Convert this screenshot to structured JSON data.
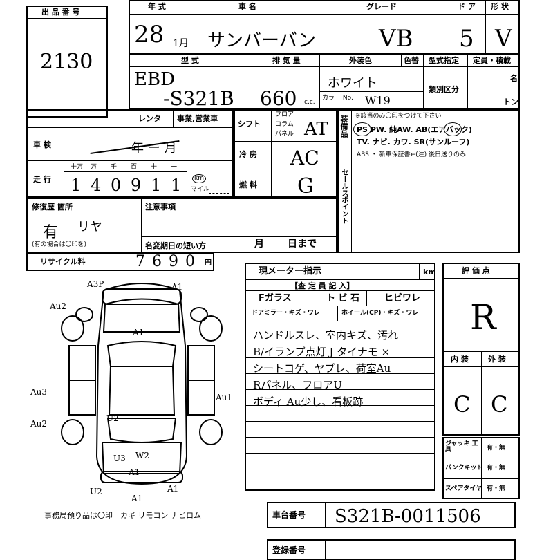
{
  "lot": {
    "label": "出 品 番 号",
    "value": "2130"
  },
  "vehicle": {
    "year_label": "年 式",
    "name_label": "車 名",
    "grade_label": "グレード",
    "door_label": "ド ア",
    "shape_label": "形 状",
    "year": "28",
    "month": "1月",
    "name": "サンバーバン",
    "grade": "VB",
    "doors": "5",
    "shape": "V"
  },
  "model": {
    "label": "型 式",
    "displacement_label": "排 気 量",
    "color_label": "外装色",
    "color_swap_label": "色替",
    "designation_label": "型式指定",
    "class_label": "類別区分",
    "capacity_label": "定員・積載",
    "persons_unit": "名",
    "tons_unit": "トン",
    "prefix": "EBD",
    "code": "-S321B",
    "cc": "660",
    "cc_unit": "c.c.",
    "color": "ホワイト",
    "color_no_label": "カラー No.",
    "color_no": "W19"
  },
  "history": {
    "rent_label": "レンタ",
    "business_label": "事業,営業車",
    "inspection_label": "車 検",
    "inspection_value": "年 ー 月",
    "mileage_label": "走 行",
    "mileage_digits_label": [
      "十万",
      "万",
      "千",
      "百",
      "十",
      "一"
    ],
    "mileage": "140911",
    "km_label": "km",
    "mile_label": "マイル"
  },
  "specs": {
    "shift_label": "シフト",
    "floor": "フロア",
    "column": "コラム",
    "panel": "パネル",
    "shift": "AT",
    "ac_label": "冷 房",
    "ac": "AC",
    "fuel_label": "燃 料",
    "fuel": "G"
  },
  "equipment": {
    "label": "装備品",
    "note": "※該当のみ〇印をつけて下さい",
    "line1": "PS PW. 純AW. AB(エアバック)",
    "line2": "TV. ナビ. カワ. SR(サンルーフ)",
    "line3": "ABS ・ 新車保証書←(注) 後日送りのみ",
    "sales_label": "セールスポイント"
  },
  "repair": {
    "label": "修復歴 箇所",
    "value": "有",
    "location": "リヤ",
    "note": "(有の場合は〇印を)",
    "caution_label": "注意事項",
    "rename_label": "名変期日の短い方",
    "month": "月",
    "day": "日まで"
  },
  "recycle": {
    "label": "リサイクル料",
    "value": "7690",
    "unit": "円"
  },
  "inspector": {
    "meter_label": "現メーター指示",
    "meter_unit": "km",
    "title": "【査 定 員 記 入】",
    "glass": "Fガラス",
    "glass_opt": "ト ビ 石",
    "crack": "ヒビワレ",
    "mirror": "ドアミラー・キズ・ワレ",
    "wheel": "ホイール(CP)・キズ・ワレ",
    "notes": [
      "ハンドルスレ、室内キズ、汚れ",
      "B/イランプ点灯 J タイナモ ×",
      "シートコゲ、ヤブレ、荷室Au",
      "Rパネル、フロアU",
      "ボディ Au少し、看板跡"
    ]
  },
  "score": {
    "label": "評 価 点",
    "value": "R",
    "interior_label": "内 装",
    "exterior_label": "外 装",
    "interior": "C",
    "exterior": "C"
  },
  "tools": {
    "jack_label": "ジャッキ 工 具",
    "puncture_label": "パンクキット",
    "spare_label": "スペアタイヤ",
    "opt": "有・無"
  },
  "chassis": {
    "label": "車台番号",
    "value": "S321B-0011506"
  },
  "registration": {
    "label": "登録番号"
  },
  "diagram": {
    "marks": [
      "A3P",
      "A1",
      "Au2",
      "A1",
      "Au3",
      "Au1",
      "Au2",
      "U2",
      "U3",
      "W2",
      "A1",
      "U2",
      "A1",
      "A1"
    ],
    "footer": "事務局預り品は〇印　カギ リモコン ナビロム"
  }
}
